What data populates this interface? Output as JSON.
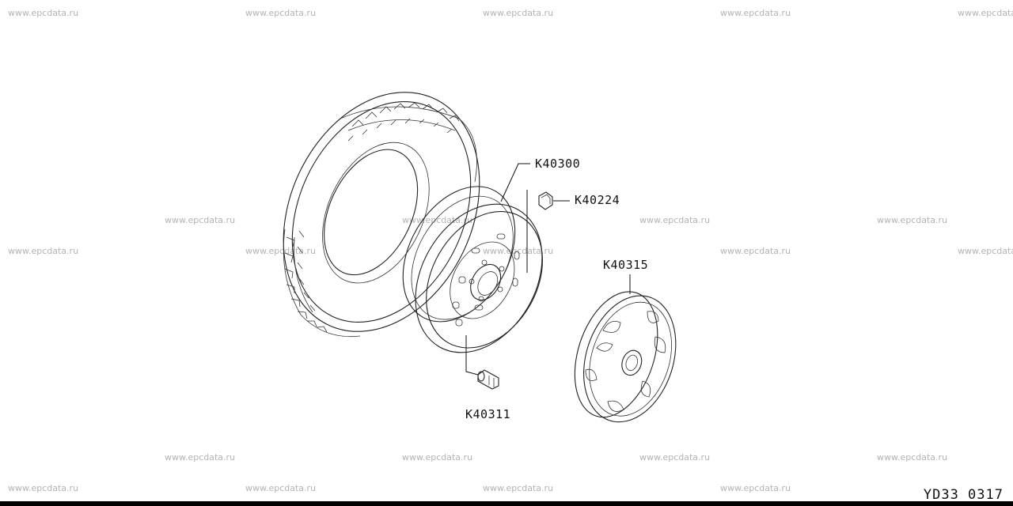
{
  "watermark_text": "www.epcdata.ru",
  "parts": [
    {
      "id": "tire",
      "code": "K40300"
    },
    {
      "id": "nut",
      "code": "K40224"
    },
    {
      "id": "wheel-cover",
      "code": "K40315"
    },
    {
      "id": "valve",
      "code": "K40311"
    }
  ],
  "footer": {
    "code": "YD33 0317"
  }
}
